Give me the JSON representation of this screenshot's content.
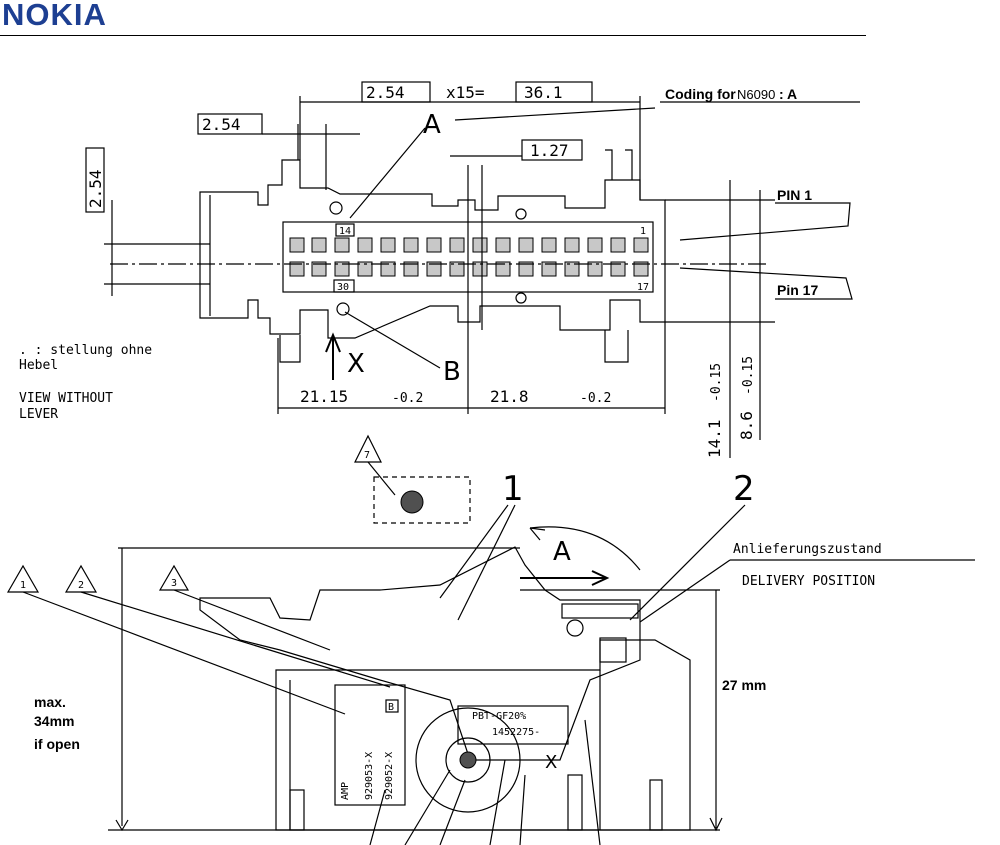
{
  "header": {
    "logo_text": "NOKIA",
    "logo_color": "#1d3f92"
  },
  "top_view": {
    "dim_pitch": "2.54",
    "dim_multiplier": "x15=",
    "dim_total": "36.1",
    "dim_pitch_left": "2.54",
    "dim_half_pitch": "1.27",
    "dim_vertical_pitch": "2.54",
    "coding_prefix": "Coding for",
    "coding_model": "N6090",
    "coding_suffix": ": A",
    "label_a": "A",
    "label_b": "B",
    "label_x": "X",
    "pin1_label": "PIN 1",
    "pin17_label": "Pin 17",
    "marker_14": "14",
    "marker_30": "30",
    "marker_1": "1",
    "marker_17": "17",
    "view_de_line1": ". : stellung ohne",
    "view_de_line2": "Hebel",
    "view_en_line1": "VIEW WITHOUT",
    "view_en_line2": "LEVER",
    "dim_left_width": "21.15",
    "dim_left_tol": "-0.2",
    "dim_right_width": "21.8",
    "dim_right_tol": "-0.2",
    "dim_height_1": "14.1",
    "dim_height_1_tol": "-0.15",
    "dim_height_2": "8.6",
    "dim_height_2_tol": "-0.15"
  },
  "side_view": {
    "callout_7": "7",
    "callout_1": "1",
    "callout_2": "2",
    "callout_3": "3",
    "part_1": "1",
    "part_2": "2",
    "label_a": "A",
    "label_x": "X",
    "delivery_de": "Anlieferungszustand",
    "delivery_en": "DELIVERY POSITION",
    "height_label": "27 mm",
    "max_line1": "max.",
    "max_line2": "34mm",
    "max_line3": "if open",
    "label_part_a": "929053-X",
    "label_part_b": "929052-X",
    "label_brand": "AMP",
    "label_small_1": "PBT-GF20%",
    "label_small_2": "1452275-",
    "label_b_mark": "B"
  }
}
